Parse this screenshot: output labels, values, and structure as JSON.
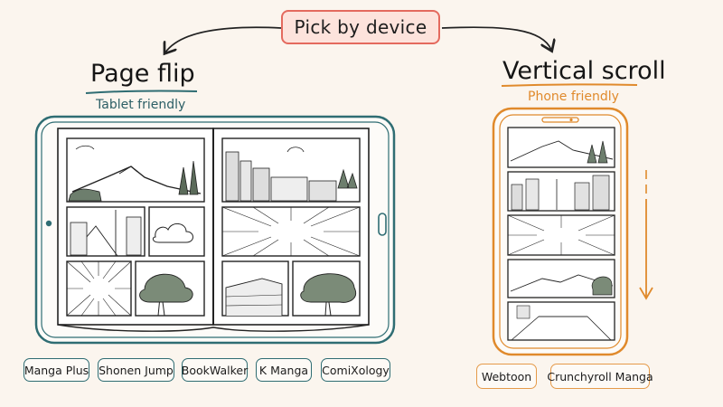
{
  "title": "Pick by device",
  "left": {
    "heading": "Page flip",
    "subheading": "Tablet friendly",
    "apps": [
      "Manga Plus",
      "Shonen Jump",
      "BookWalker",
      "K Manga",
      "ComiXology"
    ]
  },
  "right": {
    "heading": "Vertical scroll",
    "subheading": "Phone friendly",
    "apps": [
      "Webtoon",
      "Crunchyroll Manga"
    ]
  },
  "colors": {
    "tablet": "#2f6d73",
    "phone": "#e08a2c",
    "pill_border": "#e46a5e",
    "pill_fill": "#fde3dc",
    "background": "#fbf5ee"
  }
}
